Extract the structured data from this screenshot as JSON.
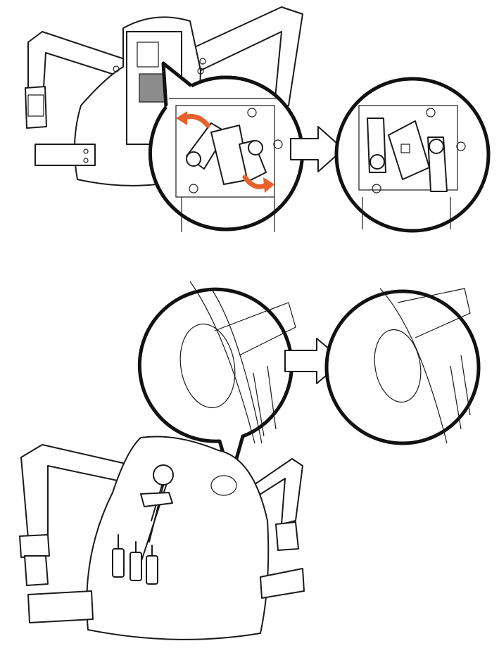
{
  "figure": {
    "colors": {
      "line": "#1a1a1a",
      "accent_arrow": "#e8602c",
      "gray_panel": "#8c8c8c",
      "background": "#ffffff"
    },
    "panels": [
      {
        "step": "top",
        "description_icon": "vest-back-latch"
      },
      {
        "step": "bottom",
        "description_icon": "vest-front-pad"
      }
    ]
  }
}
